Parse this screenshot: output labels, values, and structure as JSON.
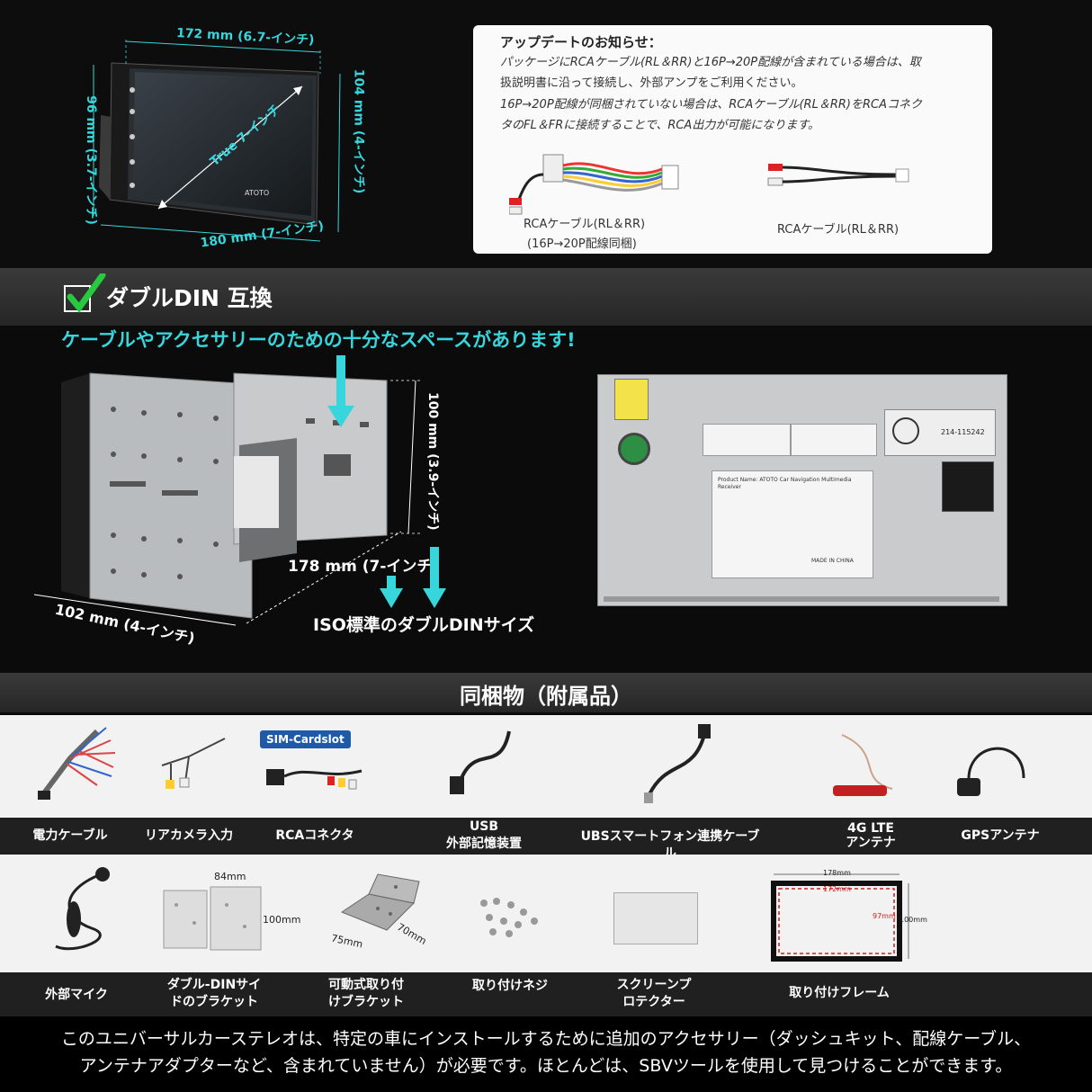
{
  "dimensions": {
    "top_width": "172 mm (6.7-インチ)",
    "bottom_width": "180 mm (7-インチ)",
    "left_height": "96 mm (3.7-インチ)",
    "right_height": "104 mm (4-インチ)",
    "diagonal": "True 7-インチ",
    "brand_on_screen": "ATOTO"
  },
  "notice": {
    "title": "アップデートのお知らせ：",
    "line1": "パッケージにRCAケーブル(RL＆RR)と16P→20P配線が含まれている場合は、取",
    "line2": "扱説明書に沿って接続し、外部アンプをご利用ください。",
    "line3": "16P→20P配線が同梱されていない場合は、RCAケーブル(RL＆RR)をRCAコネク",
    "line4": "タのFL＆FRに接続することで、RCA出力が可能になります。",
    "cable1_caption_1": "RCAケーブル(RL＆RR)",
    "cable1_caption_2": "(16P→20P配線同梱)",
    "cable2_caption": "RCAケーブル(RL＆RR)"
  },
  "din": {
    "title": "ダブルDIN  互換",
    "subtitle": "ケーブルやアクセサリーのための十分なスペースがあります!",
    "height": "100 mm (3.9-インチ)",
    "depth": "178 mm (7-インチ)",
    "width": "102 mm (4-インチ)",
    "standard": "ISO標準のダブルDINサイズ",
    "back_label_code": "214-115242",
    "back_sticker_title": "Product Name: ATOTO Car Navigation Multimedia Receiver",
    "back_made_in": "MADE IN CHINA"
  },
  "package": {
    "title": "同梱物（附属品）",
    "sim_tag": "SIM-Cardslot",
    "row1": [
      "電力ケーブル",
      "リアカメラ入力",
      "RCAコネクタ",
      "USB\n外部記憶装置",
      "UBSスマートフォン連携ケーブル",
      "4G LTE\nアンテナ",
      "GPSアンテナ"
    ],
    "row2": [
      "外部マイク",
      "ダブル-DINサイ\nドのブラケット",
      "可動式取り付\nけブラケット",
      "取り付けネジ",
      "スクリーンプ\nロテクター",
      "取り付けフレーム"
    ],
    "bracket_dims": {
      "w": "84mm",
      "h": "100mm"
    },
    "movable_dims": {
      "a": "75mm",
      "b": "70mm"
    },
    "frame_dims": {
      "outer_w": "178mm",
      "inner_w": "172mm",
      "inner_h": "97mm",
      "outer_h": "100mm"
    }
  },
  "footer": {
    "line1": "このユニバーサルカーステレオは、特定の車にインストールするために追加のアクセサリー（ダッシュキット、配線ケーブル、",
    "line2": "アンテナアダプターなど、含まれていません）が必要です。ほとんどは、SBVツールを使用して見つけることができます。"
  },
  "colors": {
    "accent": "#36d6dc",
    "check": "#27c93f",
    "red": "#d02020"
  }
}
